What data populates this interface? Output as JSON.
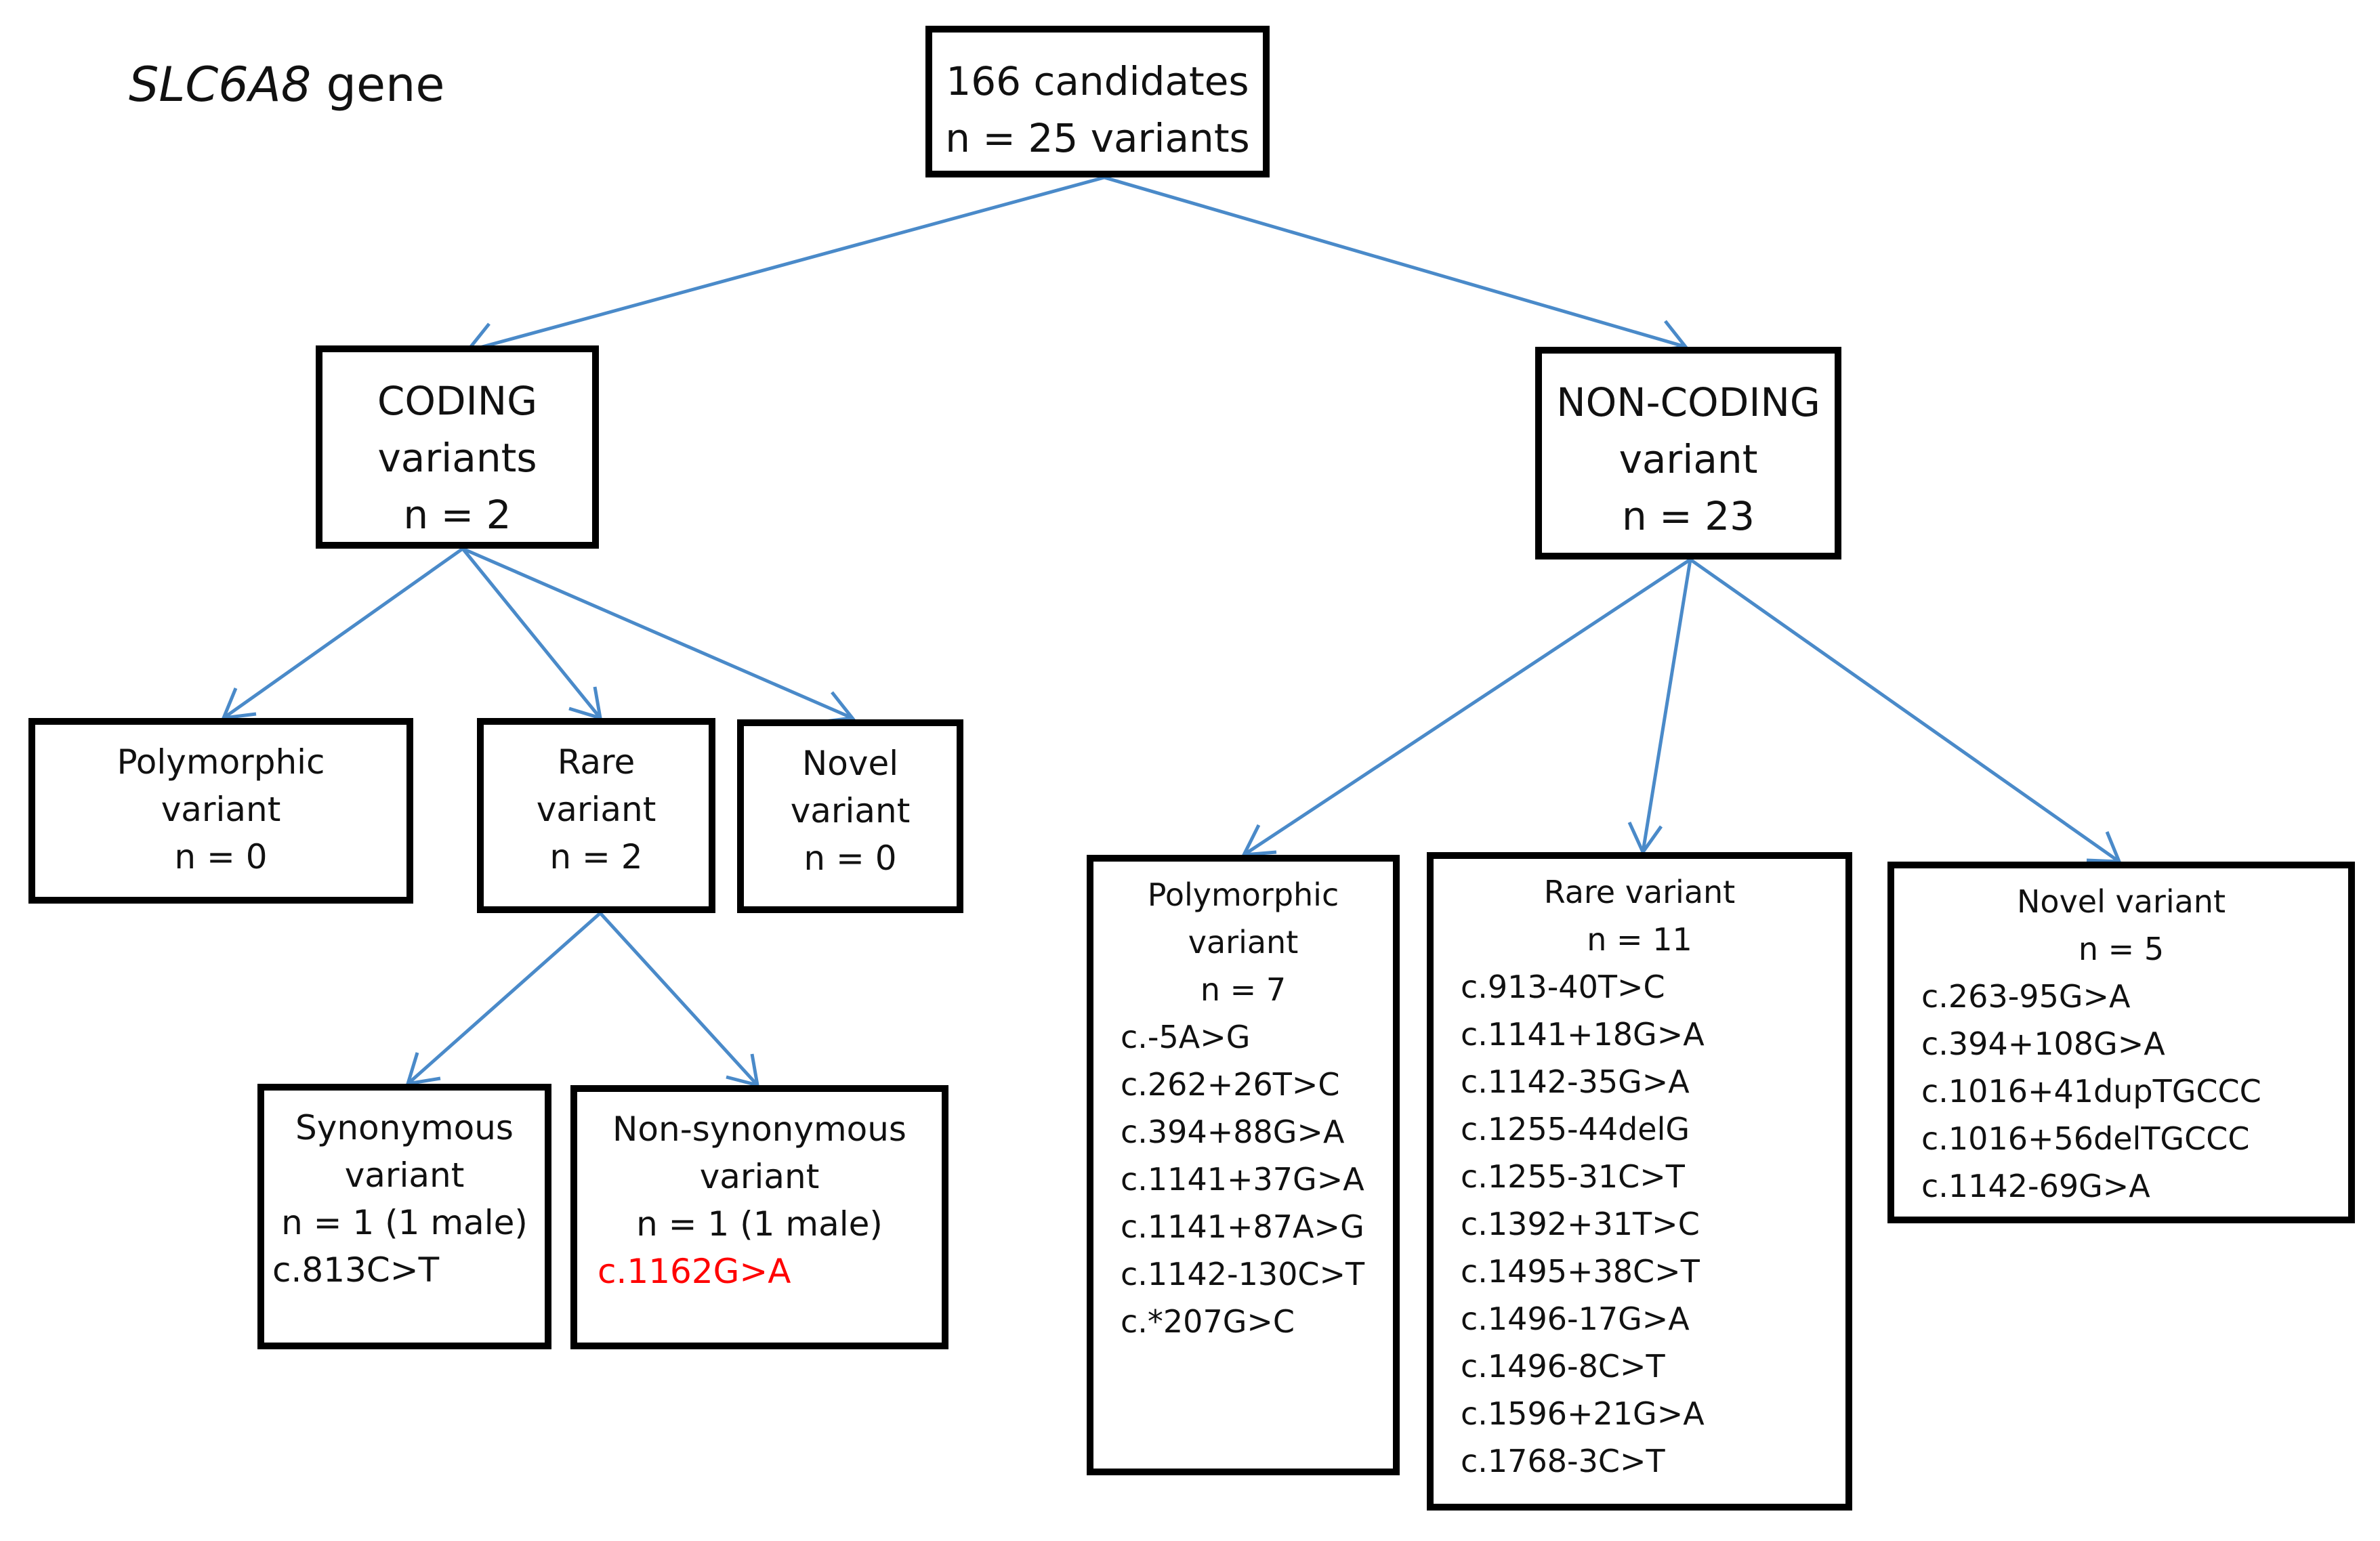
{
  "title": {
    "gene": "SLC6A8",
    "suffix": "gene"
  },
  "colors": {
    "edge": "#4a8ac9",
    "highlight": "#ff0000",
    "border": "#000000"
  },
  "nodes": {
    "root": {
      "lines": [
        "166 candidates",
        "n =  25 variants"
      ]
    },
    "coding": {
      "lines": [
        "CODING",
        "variants",
        "n = 2"
      ]
    },
    "noncoding": {
      "lines": [
        "NON-CODING",
        "variant",
        "n = 23"
      ]
    },
    "coding_poly": {
      "lines": [
        "Polymorphic",
        "variant",
        "n = 0"
      ]
    },
    "coding_rare": {
      "lines": [
        "Rare",
        "variant",
        "n = 2"
      ]
    },
    "coding_novel": {
      "lines": [
        "Novel",
        "variant",
        "n = 0"
      ]
    },
    "synonymous": {
      "lines": [
        "Synonymous",
        "variant",
        "n = 1 (1 male)",
        "c.813C>T"
      ]
    },
    "nonsynonymous": {
      "lines": [
        "Non-synonymous",
        "variant",
        "n = 1 (1 male)",
        "c.1162G>A"
      ]
    },
    "nc_poly": {
      "lines": [
        "Polymorphic",
        "variant",
        "n = 7",
        "c.-5A>G",
        "c.262+26T>C",
        "c.394+88G>A",
        "c.1141+37G>A",
        "c.1141+87A>G",
        "c.1142-130C>T",
        "c.*207G>C"
      ]
    },
    "nc_rare": {
      "lines": [
        "Rare variant",
        "n = 11",
        "c.913-40T>C",
        "c.1141+18G>A",
        "c.1142-35G>A",
        "c.1255-44delG",
        "c.1255-31C>T",
        "c.1392+31T>C",
        "c.1495+38C>T",
        "c.1496-17G>A",
        "c.1496-8C>T",
        "c.1596+21G>A",
        "c.1768-3C>T"
      ]
    },
    "nc_novel": {
      "lines": [
        "Novel variant",
        "n = 5",
        "c.263-95G>A",
        "c.394+108G>A",
        "c.1016+41dupTGCCC",
        "c.1016+56delTGCCC",
        "c.1142-69G>A"
      ]
    }
  }
}
